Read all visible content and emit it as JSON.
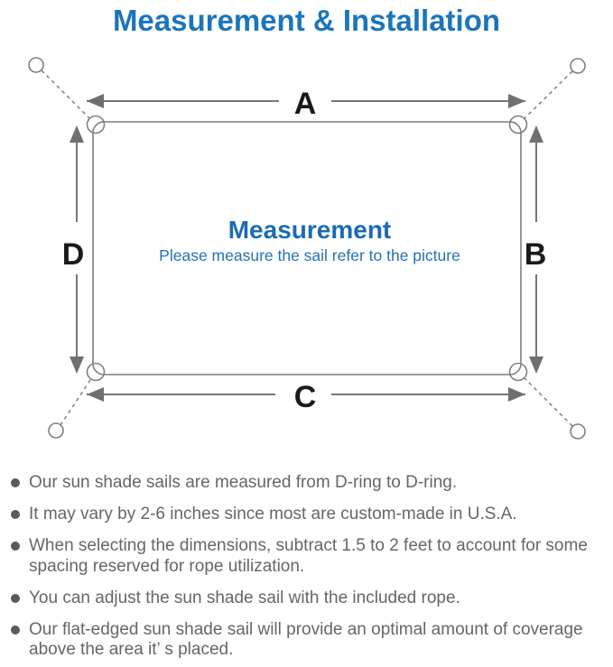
{
  "title": "Measurement & Installation",
  "diagram": {
    "dimension_labels": {
      "top": "A",
      "right": "B",
      "bottom": "C",
      "left": "D"
    },
    "center": {
      "title": "Measurement",
      "subtitle": "Please measure the sail refer to the picture"
    }
  },
  "notes": [
    "Our sun shade sails are measured from D-ring to D-ring.",
    "It may vary by 2-6 inches since most are custom-made in U.S.A.",
    "When selecting the dimensions, subtract 1.5 to 2 feet to account for some spacing reserved for rope utilization.",
    "You can adjust the sun shade sail with the included rope.",
    "Our flat-edged sun shade sail will provide an optimal amount of coverage above the area it’ s placed."
  ],
  "colors": {
    "title_blue": "#1b75bc",
    "center_blue": "#1a6cb3",
    "subtitle_blue": "#2273b8",
    "line_gray": "#7f7f7f",
    "label_black": "#1a1a1a",
    "note_gray": "#666666",
    "bullet_gray": "#5a5a5a"
  }
}
